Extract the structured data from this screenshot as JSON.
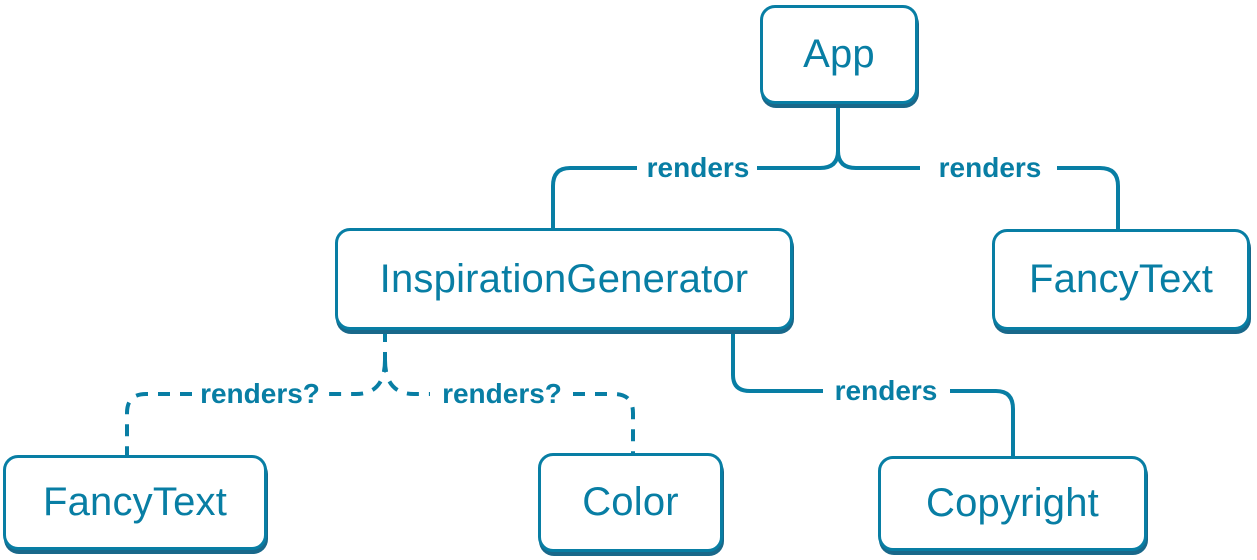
{
  "diagram": {
    "nodes": [
      {
        "id": "app",
        "label": "App"
      },
      {
        "id": "inspiration-generator",
        "label": "InspirationGenerator"
      },
      {
        "id": "fancy-text-top",
        "label": "FancyText"
      },
      {
        "id": "fancy-text-bottom",
        "label": "FancyText"
      },
      {
        "id": "color",
        "label": "Color"
      },
      {
        "id": "copyright",
        "label": "Copyright"
      }
    ],
    "edges": [
      {
        "from": "App",
        "to": "InspirationGenerator",
        "label": "renders",
        "style": "solid"
      },
      {
        "from": "App",
        "to": "FancyText",
        "label": "renders",
        "style": "solid"
      },
      {
        "from": "InspirationGenerator",
        "to": "FancyText",
        "label": "renders?",
        "style": "dashed"
      },
      {
        "from": "InspirationGenerator",
        "to": "Color",
        "label": "renders?",
        "style": "dashed"
      },
      {
        "from": "InspirationGenerator",
        "to": "Copyright",
        "label": "renders",
        "style": "solid"
      }
    ],
    "colors": {
      "accent": "#087ea4",
      "node_fill": "#ffffff",
      "node_shadow": "#19688a"
    }
  }
}
